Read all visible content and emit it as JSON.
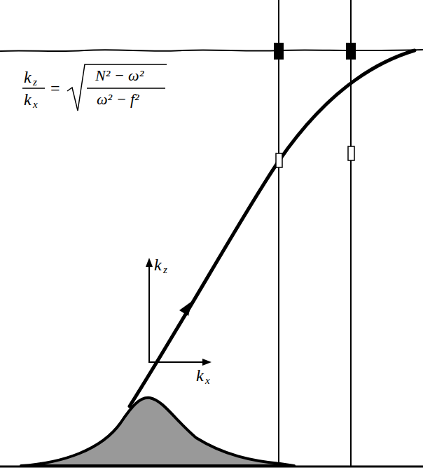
{
  "diagram": {
    "labels": [
      "k",
      "z",
      "k",
      "x",
      "=",
      "N² − ω²",
      "ω² − f²",
      "k",
      "z",
      "k",
      "x"
    ]
  }
}
